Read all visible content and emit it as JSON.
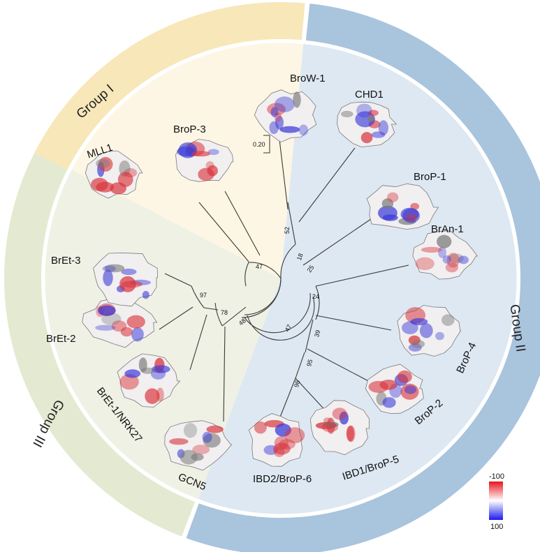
{
  "figure": {
    "groups": [
      {
        "id": "g1",
        "label": "Group I",
        "fill_outer": "#f7e7b9",
        "fill_inner": "#fdf6e4"
      },
      {
        "id": "g2",
        "label": "Group II",
        "fill_outer": "#a9c4dd",
        "fill_inner": "#dde8f2"
      },
      {
        "id": "g3",
        "label": "Group III",
        "fill_outer": "#e3ead1",
        "fill_inner": "#eef1e4"
      }
    ],
    "proteins": [
      {
        "id": "mll1",
        "label": "MLL1"
      },
      {
        "id": "brop3",
        "label": "BroP-3"
      },
      {
        "id": "brow1",
        "label": "BroW-1"
      },
      {
        "id": "chd1",
        "label": "CHD1"
      },
      {
        "id": "brop1",
        "label": "BroP-1"
      },
      {
        "id": "bran1",
        "label": "BrAn-1"
      },
      {
        "id": "brop4",
        "label": "BroP-4"
      },
      {
        "id": "brop2",
        "label": "BroP-2"
      },
      {
        "id": "ibd1",
        "label": "IBD1/BroP-5"
      },
      {
        "id": "ibd2",
        "label": "IBD2/BroP-6"
      },
      {
        "id": "gcn5",
        "label": "GCN5"
      },
      {
        "id": "bret1",
        "label": "BrEt-1/NRK27"
      },
      {
        "id": "bret2",
        "label": "BrEt-2"
      },
      {
        "id": "bret3",
        "label": "BrEt-3"
      }
    ],
    "bootstrap": [
      "47",
      "97",
      "78",
      "48",
      "47",
      "52",
      "18",
      "25",
      "24",
      "39",
      "95",
      "96"
    ],
    "scale_bar": "0.20",
    "colorbar": {
      "top": "-100",
      "bottom": "100",
      "color_top": "#e8141b",
      "color_mid": "#ffffff",
      "color_bottom": "#1a1aee"
    },
    "surface_colors": {
      "red": "#d8323a",
      "blue": "#3a3ad8",
      "white": "#f1eff0",
      "grey": "#7a7a7a"
    }
  }
}
